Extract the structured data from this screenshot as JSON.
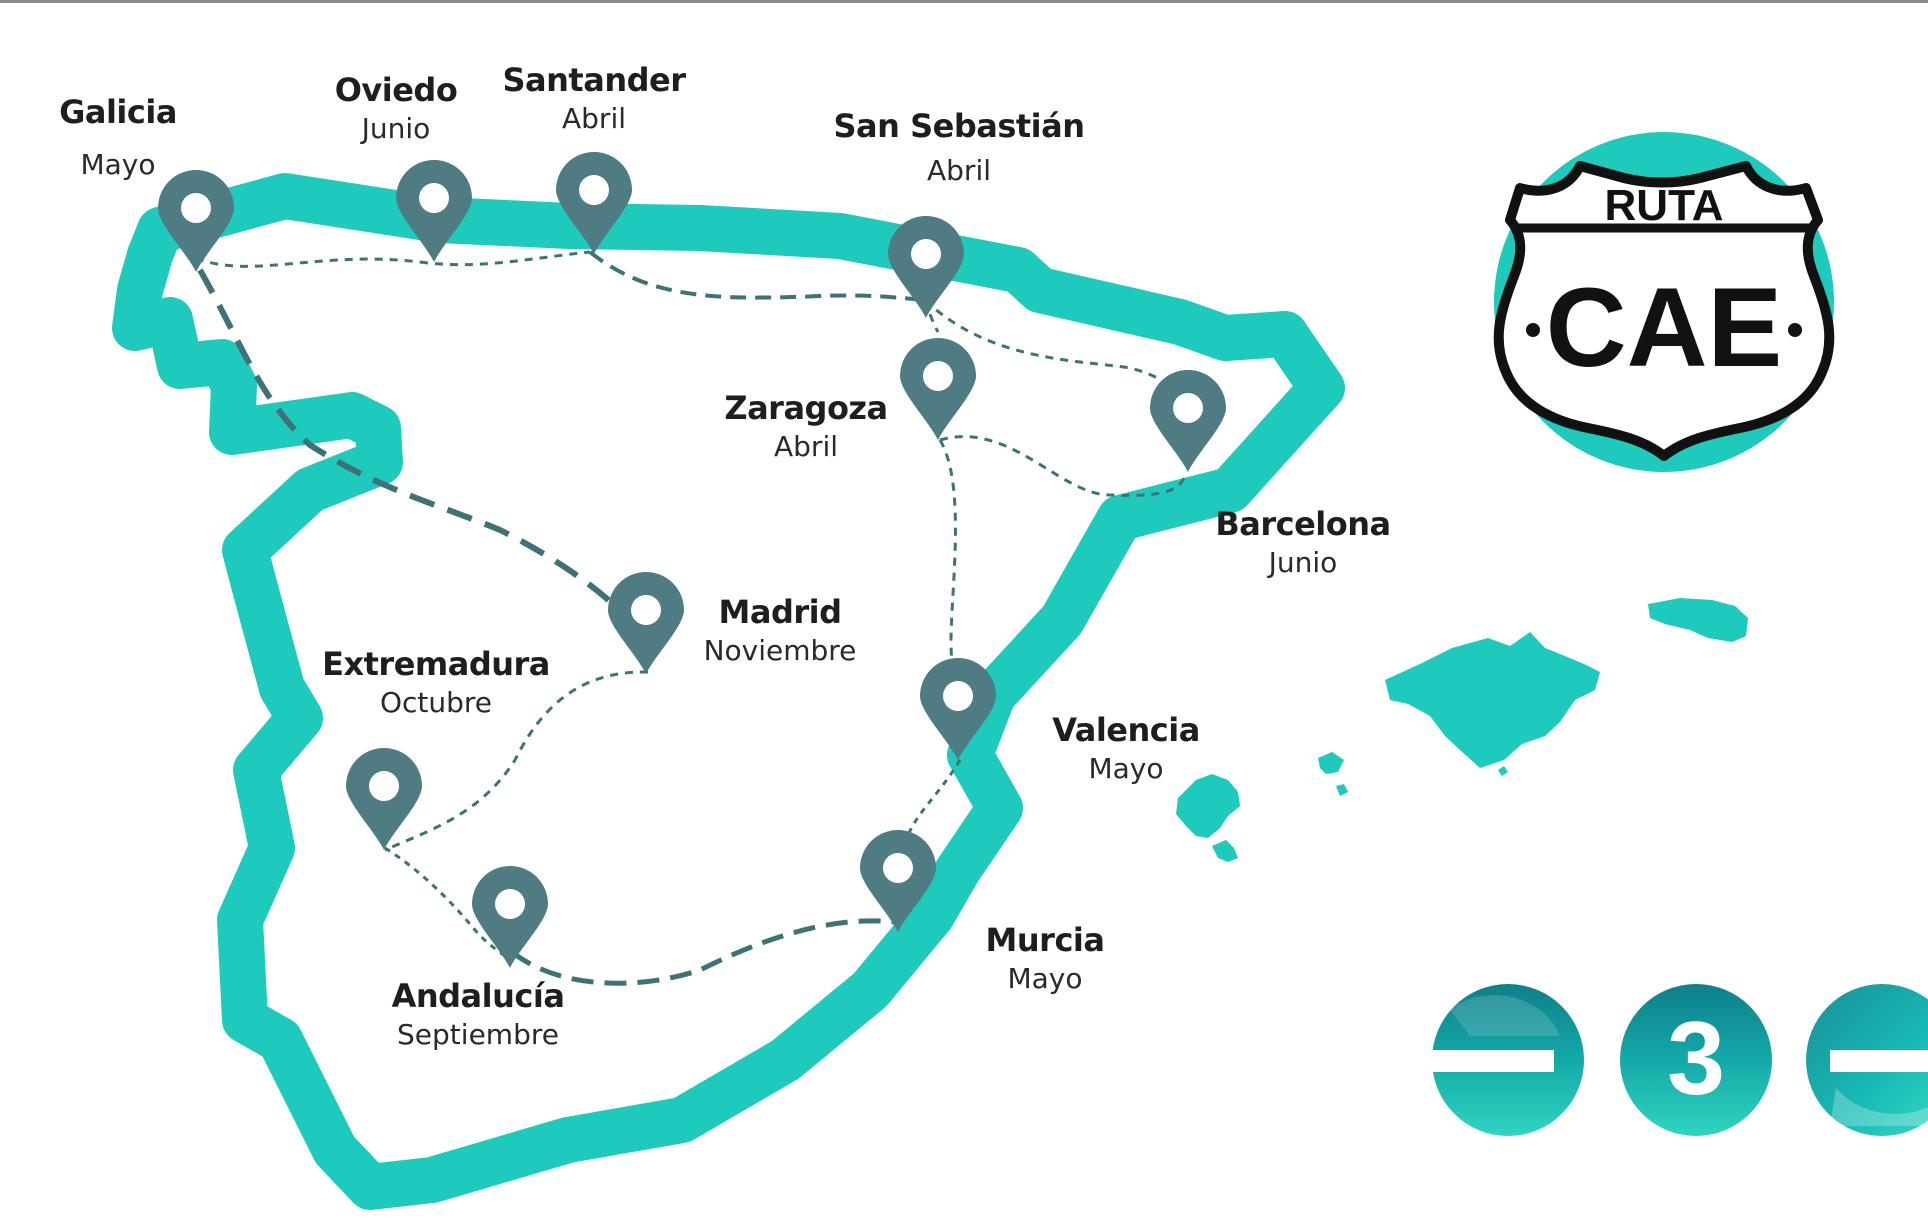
{
  "colors": {
    "route": "#1ECABB",
    "pin": "#4E7C82",
    "dash": "#3F7277",
    "text": "#1e1e1e",
    "shield": "#111111"
  },
  "stops": [
    {
      "id": "galicia",
      "name": "Galicia",
      "month": "Mayo"
    },
    {
      "id": "oviedo",
      "name": "Oviedo",
      "month": "Junio"
    },
    {
      "id": "santander",
      "name": "Santander",
      "month": "Abril"
    },
    {
      "id": "san-sebastian",
      "name": "San Sebastián",
      "month": "Abril"
    },
    {
      "id": "zaragoza",
      "name": "Zaragoza",
      "month": "Abril"
    },
    {
      "id": "barcelona",
      "name": "Barcelona",
      "month": "Junio"
    },
    {
      "id": "madrid",
      "name": "Madrid",
      "month": "Noviembre"
    },
    {
      "id": "extremadura",
      "name": "Extremadura",
      "month": "Octubre"
    },
    {
      "id": "valencia",
      "name": "Valencia",
      "month": "Mayo"
    },
    {
      "id": "andalucia",
      "name": "Andalucía",
      "month": "Septiembre"
    },
    {
      "id": "murcia",
      "name": "Murcia",
      "month": "Mayo"
    }
  ],
  "badge": {
    "top_text": "RUTA",
    "main_text": "CAE",
    "icon": "route-shield-icon"
  },
  "logo": {
    "icon": "e3e-logo"
  }
}
